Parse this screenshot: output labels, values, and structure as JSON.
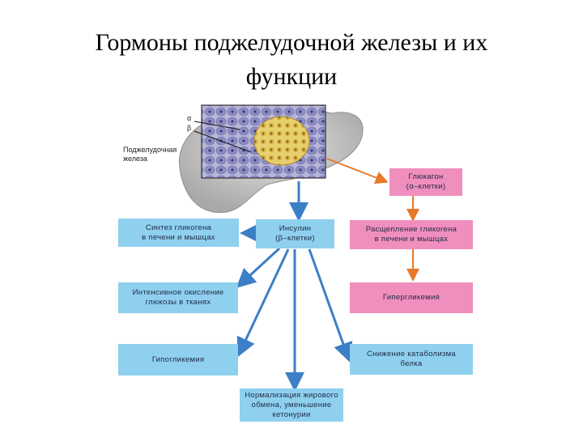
{
  "title": {
    "line1": "Гормоны поджелудочной железы и их",
    "line2": "функции"
  },
  "illustration": {
    "alpha": "α",
    "beta": "β",
    "organ_label_line1": "Поджелудочная",
    "organ_label_line2": "железа"
  },
  "boxes": {
    "glucagon": {
      "line1": "Глюкагон",
      "line2": "(α–клетки)"
    },
    "insulin": {
      "line1": "Инсулин",
      "line2": "(β–клетки)"
    },
    "glycogen_synthesis": {
      "line1": "Синтез гликогена",
      "line2": "в печени и мышцах"
    },
    "glycogen_breakdown": {
      "line1": "Расщепление гликогена",
      "line2": "в печени и мышцах"
    },
    "glucose_oxidation": {
      "line1": "Интенсивное окисление",
      "line2": "глюкозы в тканях"
    },
    "hyperglycemia": {
      "line1": "Гипергликемия"
    },
    "hypoglycemia": {
      "line1": "Гипогликемия"
    },
    "catabolism": {
      "line1": "Снижение катаболизма",
      "line2": "белка"
    },
    "fat_metabolism": {
      "line1": "Нормализация жирового",
      "line2": "обмена, уменьшение",
      "line3": "кетонурии"
    }
  },
  "colors": {
    "effect_box": "#8fd0ef",
    "glucagon_box": "#f08fbd",
    "insulin_arrow": "#3d7fc6",
    "glucagon_arrow": "#e8782a"
  }
}
